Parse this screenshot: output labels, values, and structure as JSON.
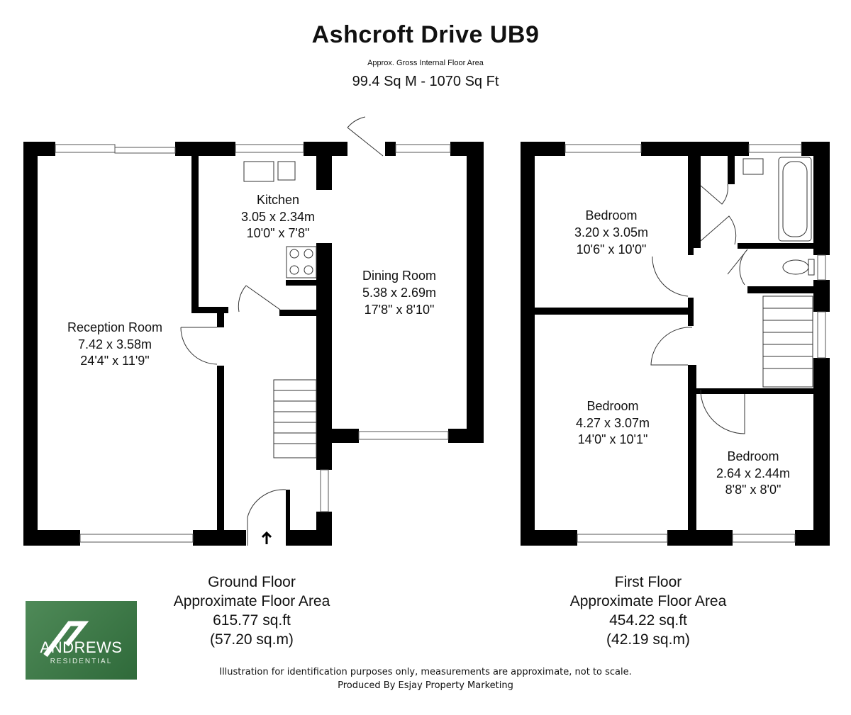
{
  "header": {
    "title": "Ashcroft Drive UB9",
    "subtitle": "Approx. Gross Internal Floor Area",
    "total_area": "99.4 Sq M - 1070 Sq Ft"
  },
  "ground_floor": {
    "rooms": [
      {
        "name": "Reception Room",
        "metric": "7.42 x 3.58m",
        "imperial": "24'4\" x 11'9\""
      },
      {
        "name": "Kitchen",
        "metric": "3.05 x 2.34m",
        "imperial": "10'0\" x 7'8\""
      },
      {
        "name": "Dining Room",
        "metric": "5.38 x 2.69m",
        "imperial": "17'8\" x 8'10\""
      }
    ],
    "label": "Ground Floor",
    "area_label": "Approximate Floor Area",
    "area_sqft": "615.77 sq.ft",
    "area_sqm": "(57.20 sq.m)"
  },
  "first_floor": {
    "rooms": [
      {
        "name": "Bedroom",
        "metric": "3.20 x 3.05m",
        "imperial": "10'6\" x 10'0\""
      },
      {
        "name": "Bedroom",
        "metric": "4.27 x 3.07m",
        "imperial": "14'0\" x 10'1\""
      },
      {
        "name": "Bedroom",
        "metric": "2.64 x 2.44m",
        "imperial": "8'8\" x 8'0\""
      }
    ],
    "label": "First Floor",
    "area_label": "Approximate Floor Area",
    "area_sqft": "454.22 sq.ft",
    "area_sqm": "(42.19 sq.m)"
  },
  "logo": {
    "name": "ANDREWS",
    "sub": "RESIDENTIAL",
    "color": "#3d7a47"
  },
  "footer": {
    "disclaimer": "Illustration for identification purposes only, measurements are approximate, not to scale.",
    "credit": "Produced By Esjay Property Marketing"
  }
}
